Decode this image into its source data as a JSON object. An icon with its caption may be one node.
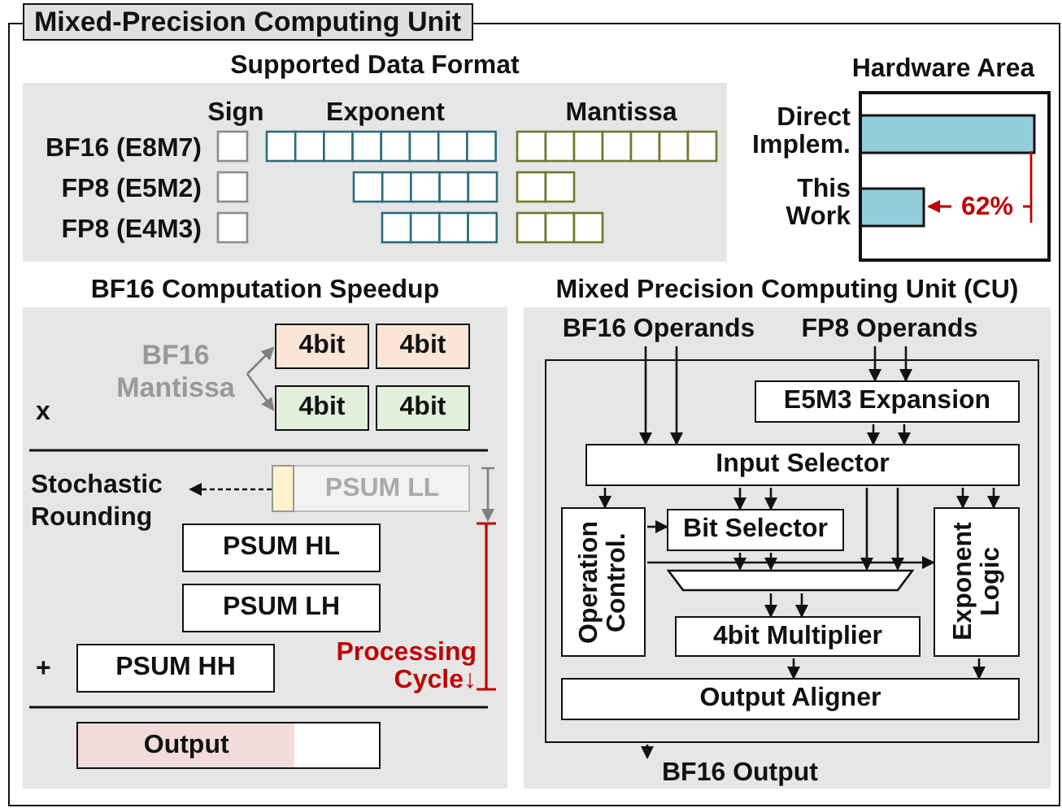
{
  "diagram": {
    "nodes": [
      {
        "text": [
          "Mixed-Precision Computing Unit"
        ]
      },
      {
        "text": [
          "Supported Data Format"
        ],
        "in": 0
      },
      {
        "text": [
          "Hardware Area"
        ],
        "in": 0
      },
      {
        "text": [
          "BF16 Computation Speedup"
        ],
        "in": 0
      },
      {
        "text": [
          "BF16 Mantissa"
        ],
        "in": 3
      },
      {
        "text": [
          "4bit"
        ],
        "in": 3
      },
      {
        "text": [
          "4bit"
        ],
        "in": 3
      },
      {
        "text": [
          "4bit"
        ],
        "in": 3
      },
      {
        "text": [
          "4bit"
        ],
        "in": 3
      },
      {
        "text": [
          "Stochastic Rounding"
        ],
        "in": 3
      },
      {
        "text": [
          "PSUM LL"
        ],
        "in": 3
      },
      {
        "text": [],
        "shape": "box",
        "in": 10
      },
      {
        "text": [
          "PSUM HL"
        ],
        "in": 3
      },
      {
        "text": [
          "PSUM LH"
        ],
        "in": 3
      },
      {
        "text": [
          "PSUM HH"
        ],
        "in": 3
      },
      {
        "text": [
          "Output"
        ],
        "in": 3
      },
      {
        "text": [
          "Mixed Precision Computing Unit (CU)"
        ],
        "in": 0
      },
      {
        "text": [
          "BF16 Operands"
        ],
        "in": 16
      },
      {
        "text": [
          "FP8 Operands"
        ],
        "in": 16
      },
      {
        "text": [],
        "shape": "box",
        "in": 16
      },
      {
        "text": [
          "E5M3 Expansion"
        ],
        "in": 19
      },
      {
        "text": [
          "Input Selector"
        ],
        "in": 19
      },
      {
        "text": [
          "Operation Control."
        ],
        "in": 19
      },
      {
        "text": [
          "Bit Selector"
        ],
        "in": 19
      },
      {
        "text": [],
        "shape": "trapezoid",
        "in": 19
      },
      {
        "text": [
          "4bit Multiplier"
        ],
        "in": 19
      },
      {
        "text": [
          "Exponent Logic"
        ],
        "in": 19
      },
      {
        "text": [
          "Output Aligner"
        ],
        "in": 19
      },
      {
        "text": [
          "BF16 Output"
        ],
        "in": 16
      }
    ],
    "edges": [
      {
        "from": 4,
        "to": 5,
        "arrow": "to",
        "color": "#808080"
      },
      {
        "from": 4,
        "to": 7,
        "arrow": "to",
        "color": "#808080"
      },
      {
        "from": 11,
        "to": 9,
        "arrow": "to",
        "style": "dashed"
      },
      {
        "from": 17,
        "to": 21,
        "arrow": "to"
      },
      {
        "from": 17,
        "to": 21,
        "arrow": "to"
      },
      {
        "from": 18,
        "to": 20,
        "arrow": "to"
      },
      {
        "from": 18,
        "to": 20,
        "arrow": "to"
      },
      {
        "from": 20,
        "to": 21,
        "arrow": "to"
      },
      {
        "from": 20,
        "to": 21,
        "arrow": "to"
      },
      {
        "from": 21,
        "to": 22,
        "arrow": "to"
      },
      {
        "from": 21,
        "to": 23,
        "arrow": "to"
      },
      {
        "from": 21,
        "to": 23,
        "arrow": "to"
      },
      {
        "from": 21,
        "to": 24,
        "arrow": "to"
      },
      {
        "from": 21,
        "to": 24,
        "arrow": "to"
      },
      {
        "from": 21,
        "to": 26,
        "arrow": "to"
      },
      {
        "from": 21,
        "to": 26,
        "arrow": "to"
      },
      {
        "from": 22,
        "to": 23,
        "arrow": "to"
      },
      {
        "from": 22,
        "to": 26,
        "arrow": "to"
      },
      {
        "from": 23,
        "to": 24,
        "arrow": "to"
      },
      {
        "from": 23,
        "to": 24,
        "arrow": "to"
      },
      {
        "from": 24,
        "to": 25,
        "arrow": "to"
      },
      {
        "from": 24,
        "to": 25,
        "arrow": "to"
      },
      {
        "from": 25,
        "to": 27,
        "arrow": "to"
      },
      {
        "from": 26,
        "to": 27,
        "arrow": "to"
      },
      {
        "from": 19,
        "to": 28,
        "arrow": "to"
      }
    ],
    "labels": [
      "Sign",
      "Exponent",
      "Mantissa",
      "BF16 (E8M7)",
      "FP8 (E5M2)",
      "FP8 (E4M3)",
      "Direct Implem.",
      "This Work",
      "62%",
      "x",
      "+",
      "Processing Cycle↓"
    ]
  }
}
